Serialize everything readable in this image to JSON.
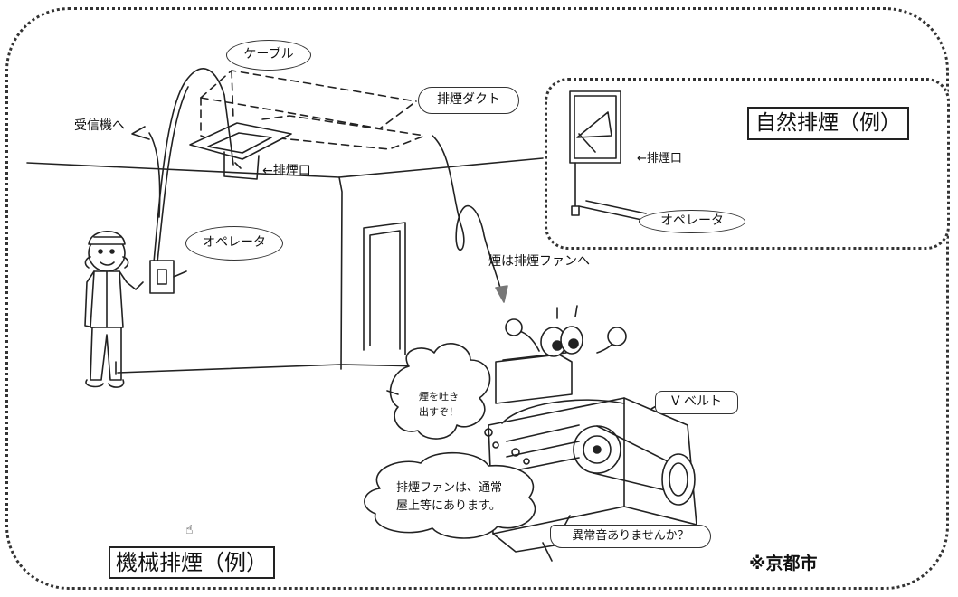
{
  "titles": {
    "mechanical": "機械排煙（例）",
    "natural": "自然排煙（例）"
  },
  "labels": {
    "cable": "ケーブル",
    "to_receiver": "受信機へ",
    "exhaust_duct": "排煙ダクト",
    "exhaust_port": "←排煙口",
    "operator": "オペレータ",
    "natural_exhaust_port": "←排煙口",
    "natural_operator": "オペレータ",
    "smoke_to_fan": "煙は排煙ファンへ",
    "v_belt": "V ベルト",
    "fan_speech_line1": "煙を吐き",
    "fan_speech_line2": "出すぞ！",
    "fan_note_line1": "排煙ファンは、通常",
    "fan_note_line2": "屋上等にあります。",
    "abnormal_sound": "異常音ありませんか？",
    "credit": "※京都市"
  }
}
